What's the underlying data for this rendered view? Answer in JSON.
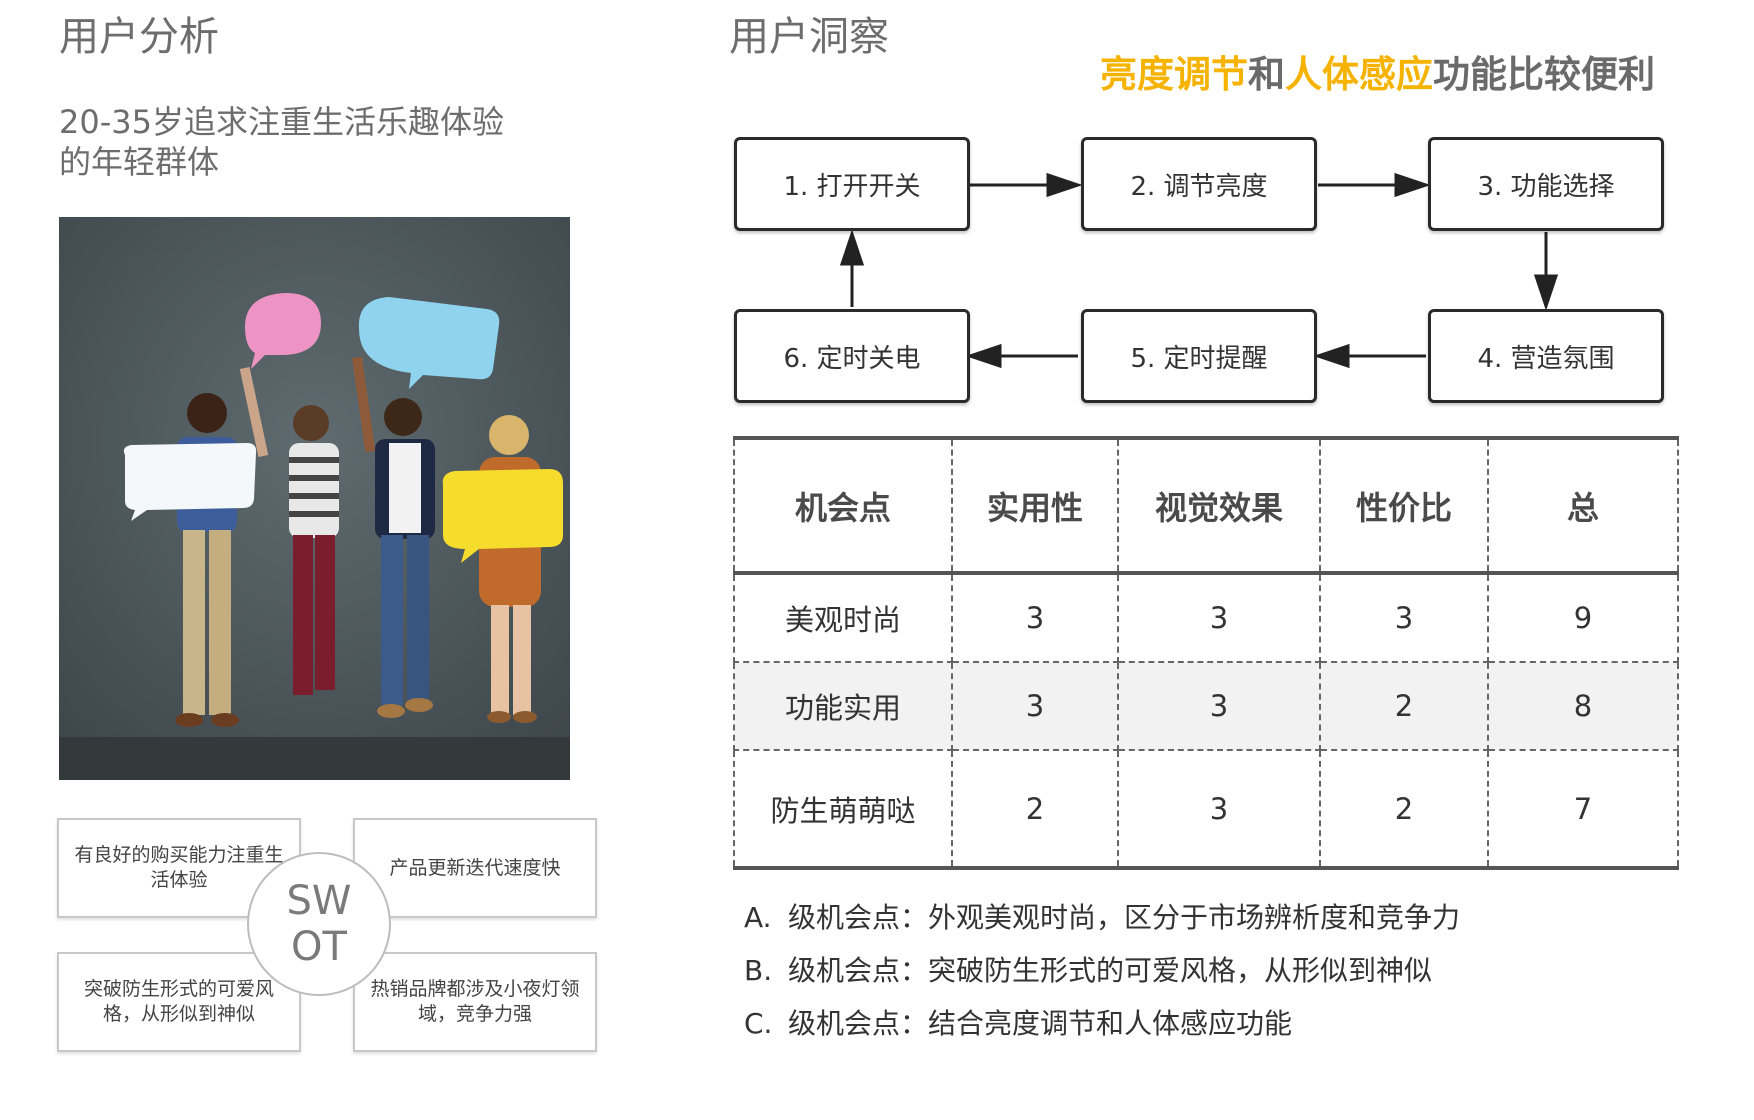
{
  "left": {
    "title": "用户分析",
    "subtitle_line1": "20-35岁追求注重生活乐趣体验",
    "subtitle_line2": "的年轻群体"
  },
  "swot": {
    "center_line1": "SW",
    "center_line2": "OT",
    "s": "有良好的购买能力注重生活体验",
    "w": "产品更新迭代速度快",
    "o": "突破防生形式的可爱风格，从形似到神似",
    "t": "热销品牌都涉及小夜灯领域，竞争力强"
  },
  "right": {
    "title": "用户洞察",
    "headline": {
      "part1": "亮度调节",
      "part2": "和",
      "part3": "人体感应",
      "part4": "功能比较便利"
    },
    "flow": [
      "1. 打开开关",
      "2. 调节亮度",
      "3. 功能选择",
      "4. 营造氛围",
      "5. 定时提醒",
      "6. 定时关电"
    ]
  },
  "table": {
    "headers": [
      "机会点",
      "实用性",
      "视觉效果",
      "性价比",
      "总"
    ],
    "rows": [
      [
        "美观时尚",
        "3",
        "3",
        "3",
        "9"
      ],
      [
        "功能实用",
        "3",
        "3",
        "2",
        "8"
      ],
      [
        "防生萌萌哒",
        "2",
        "3",
        "2",
        "7"
      ]
    ]
  },
  "notes": [
    {
      "letter": "A.",
      "text": "级机会点：外观美观时尚，区分于市场辨析度和竞争力"
    },
    {
      "letter": "B.",
      "text": "级机会点：突破防生形式的可爱风格，从形似到神似"
    },
    {
      "letter": "C.",
      "text": "级机会点：结合亮度调节和人体感应功能"
    }
  ],
  "colors": {
    "accent_yellow": "#f5b300",
    "heading_gray": "#6d6d6d"
  }
}
